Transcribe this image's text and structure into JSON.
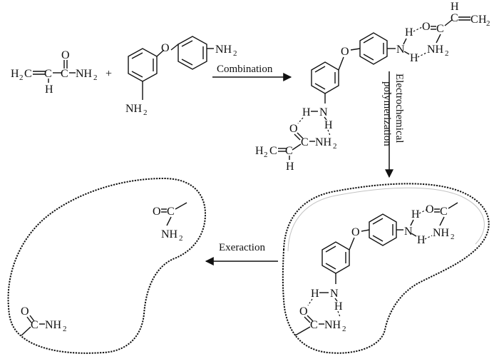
{
  "reaction": {
    "step1_label": "Combination",
    "step2_label_line1": "Electrochemical",
    "step2_label_line2": "polymerization",
    "step3_label": "Exeraction"
  },
  "atoms": {
    "O": "O",
    "H": "H",
    "N": "N",
    "C": "C",
    "NH": "NH",
    "H2": "2",
    "plus": "+"
  }
}
